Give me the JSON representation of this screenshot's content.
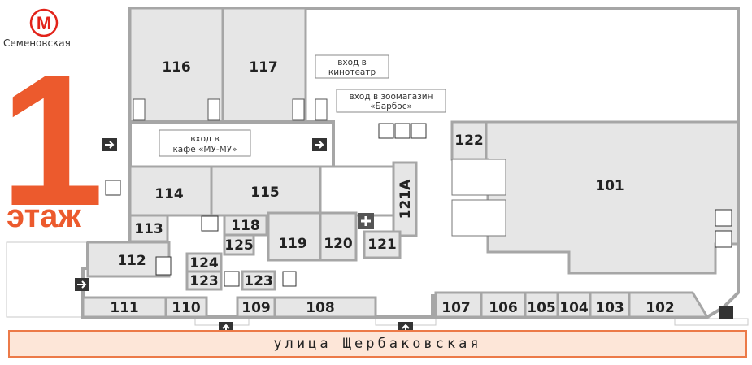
{
  "metro": {
    "letter": "М",
    "station": "Семеновская",
    "color": "#e2231a"
  },
  "floor": {
    "number": "1",
    "word": "этаж",
    "color": "#ec5a2d"
  },
  "street": "улица Щербаковская",
  "colors": {
    "wall": "#a6a6a6",
    "shop": "#e6e6e6",
    "corridor": "#ffffff",
    "accent": "#ec5a2d"
  },
  "units": [
    {
      "id": "116",
      "label": "116"
    },
    {
      "id": "117",
      "label": "117"
    },
    {
      "id": "122",
      "label": "122"
    },
    {
      "id": "101",
      "label": "101"
    },
    {
      "id": "114",
      "label": "114"
    },
    {
      "id": "115",
      "label": "115"
    },
    {
      "id": "121A",
      "label": "121А"
    },
    {
      "id": "113",
      "label": "113"
    },
    {
      "id": "118",
      "label": "118"
    },
    {
      "id": "125",
      "label": "125"
    },
    {
      "id": "119",
      "label": "119"
    },
    {
      "id": "120",
      "label": "120"
    },
    {
      "id": "121",
      "label": "121"
    },
    {
      "id": "112",
      "label": "112"
    },
    {
      "id": "124",
      "label": "124"
    },
    {
      "id": "123a",
      "label": "123"
    },
    {
      "id": "123b",
      "label": "123"
    },
    {
      "id": "111",
      "label": "111"
    },
    {
      "id": "110",
      "label": "110"
    },
    {
      "id": "109",
      "label": "109"
    },
    {
      "id": "108",
      "label": "108"
    },
    {
      "id": "107",
      "label": "107"
    },
    {
      "id": "106",
      "label": "106"
    },
    {
      "id": "105",
      "label": "105"
    },
    {
      "id": "104",
      "label": "104"
    },
    {
      "id": "103",
      "label": "103"
    },
    {
      "id": "102",
      "label": "102"
    }
  ],
  "labels": {
    "cinema": [
      "вход в",
      "кинотеатр"
    ],
    "petshop": [
      "вход в зоомагазин",
      "«Барбос»"
    ],
    "cafe": [
      "вход в",
      "кафе «МУ-МУ»"
    ]
  },
  "icons": [
    "metro-icon",
    "entrance-arrow-icon",
    "stairs-icon",
    "escalator-icon",
    "wc-icon",
    "elevator-icon",
    "first-aid-icon",
    "atm-icon",
    "fire-exit-icon",
    "baby-room-icon",
    "wheelchair-icon"
  ]
}
